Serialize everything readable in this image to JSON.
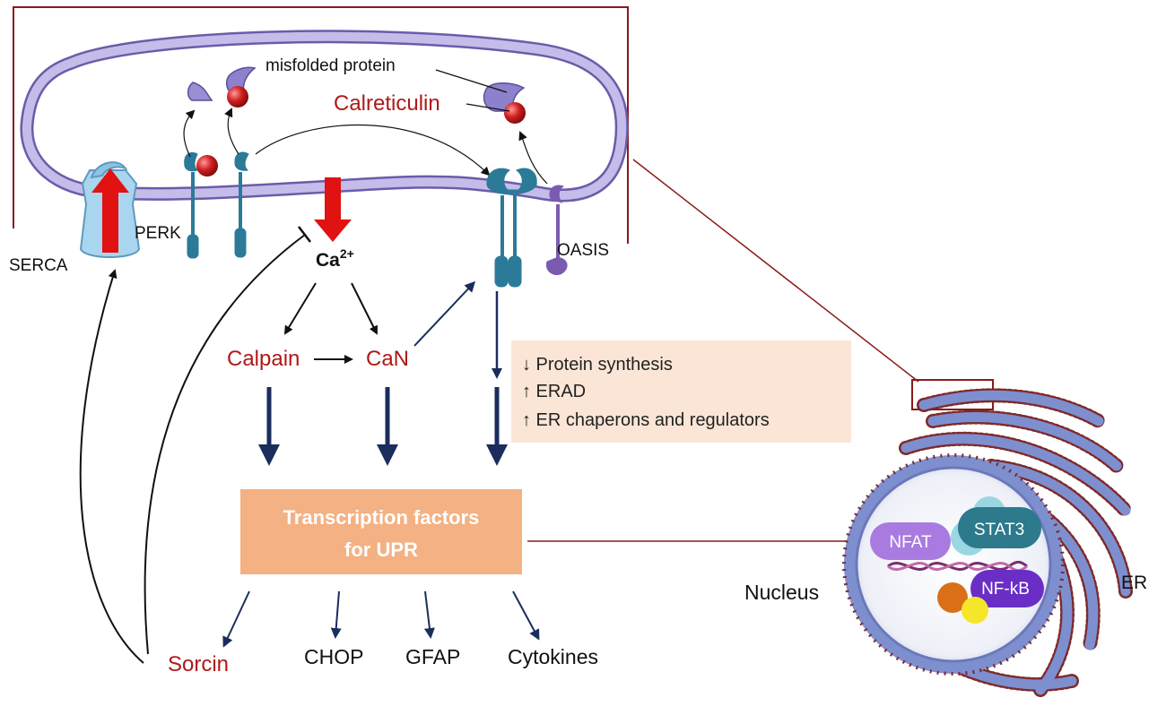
{
  "labels": {
    "misfolded_protein": "misfolded protein",
    "calreticulin": "Calreticulin",
    "perk": "PERK",
    "serca": "SERCA",
    "oasis": "OASIS",
    "ca": "Ca",
    "ca_sup": "2+",
    "calpain": "Calpain",
    "can": "CaN",
    "sorcin": "Sorcin",
    "chop": "CHOP",
    "gfap": "GFAP",
    "cytokines": "Cytokines",
    "nucleus": "Nucleus",
    "er": "ER"
  },
  "effects_box": {
    "line1": "↓ Protein synthesis",
    "line2": "↑ ERAD",
    "line3": "↑ ER chaperons and regulators"
  },
  "transcription_box": {
    "line1": "Transcription factors",
    "line2": "for UPR"
  },
  "nucleus_factors": {
    "nfat": "NFAT",
    "stat3": "STAT3",
    "nfkb": "NF-kB"
  },
  "colors": {
    "er_membrane": "#b3a7e0",
    "er_outline": "#6b5ca8",
    "box_border": "#8b1a1a",
    "red_label": "#b01818",
    "arrow_navy": "#1a2d5c",
    "receptor_teal": "#2b7a98",
    "tf_box": "#f4b183",
    "effects_box": "#fbe5d6"
  }
}
